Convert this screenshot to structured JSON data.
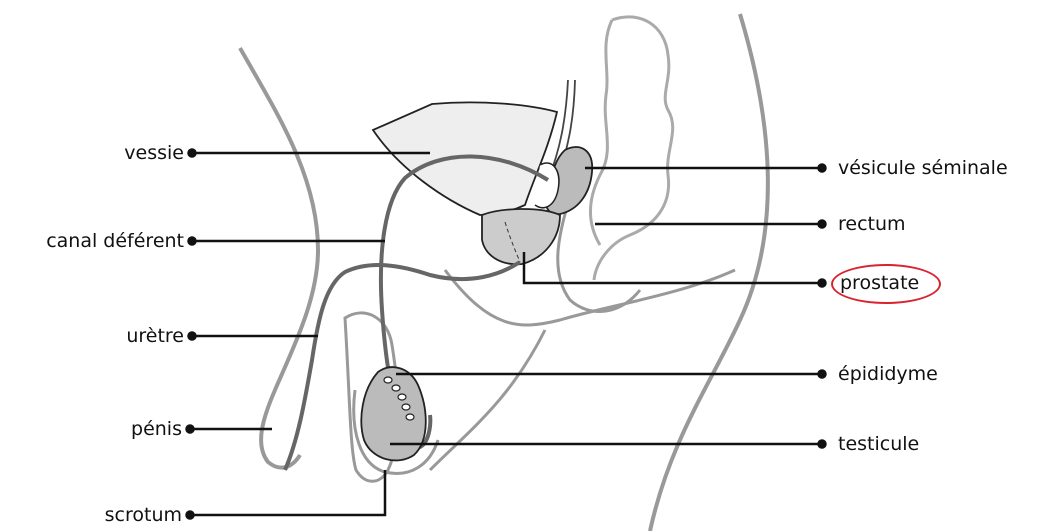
{
  "labels": {
    "vessie": "vessie",
    "canal_deferent": "canal déférent",
    "uretre": "urètre",
    "penis": "pénis",
    "scrotum": "scrotum",
    "vesicule_seminale": "vésicule séminale",
    "rectum": "rectum",
    "prostate": "prostate",
    "epididyme": "épididyme",
    "testicule": "testicule"
  },
  "colors": {
    "outline": "#999999",
    "organ_fill": "#cccccc",
    "bladder_fill": "#eeeeee",
    "leader_line": "#111111",
    "highlight_ring": "#d9232e"
  }
}
